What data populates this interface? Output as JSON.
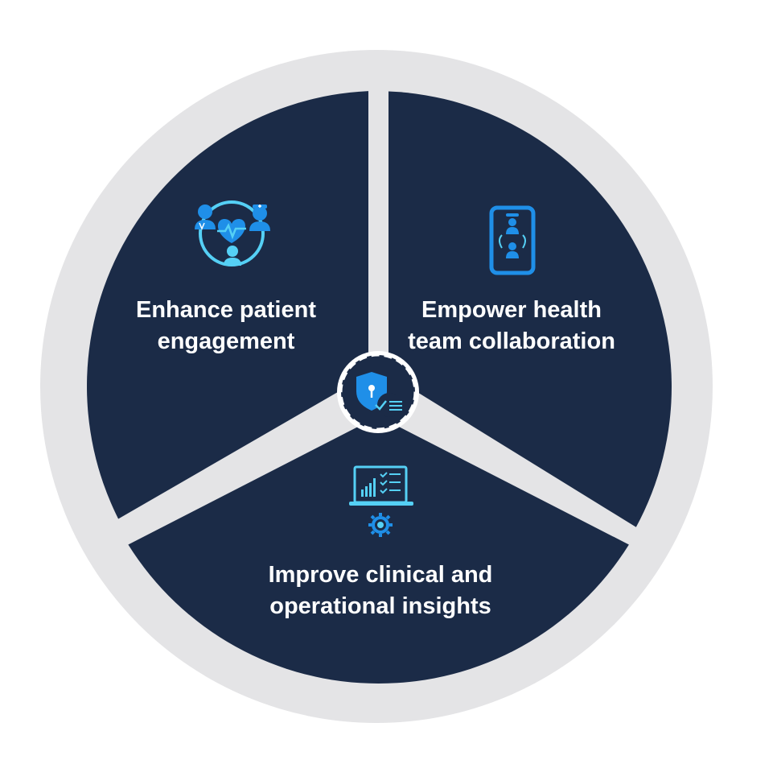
{
  "segments": [
    {
      "id": "patient-engagement",
      "line1": "Enhance patient",
      "line2": "engagement",
      "icon": "patient-care-team-icon"
    },
    {
      "id": "team-collaboration",
      "line1": "Empower health",
      "line2": "team collaboration",
      "icon": "mobile-collaboration-icon"
    },
    {
      "id": "clinical-insights",
      "line1": "Improve clinical and",
      "line2": "operational insights",
      "icon": "laptop-analytics-icon"
    }
  ],
  "center": {
    "icon": "shield-compliance-icon"
  },
  "colors": {
    "segment_fill": "#1b2b47",
    "ring": "#e4e4e6",
    "icon_blue": "#1f8fe8",
    "icon_cyan": "#55d0f5",
    "text": "#ffffff"
  }
}
